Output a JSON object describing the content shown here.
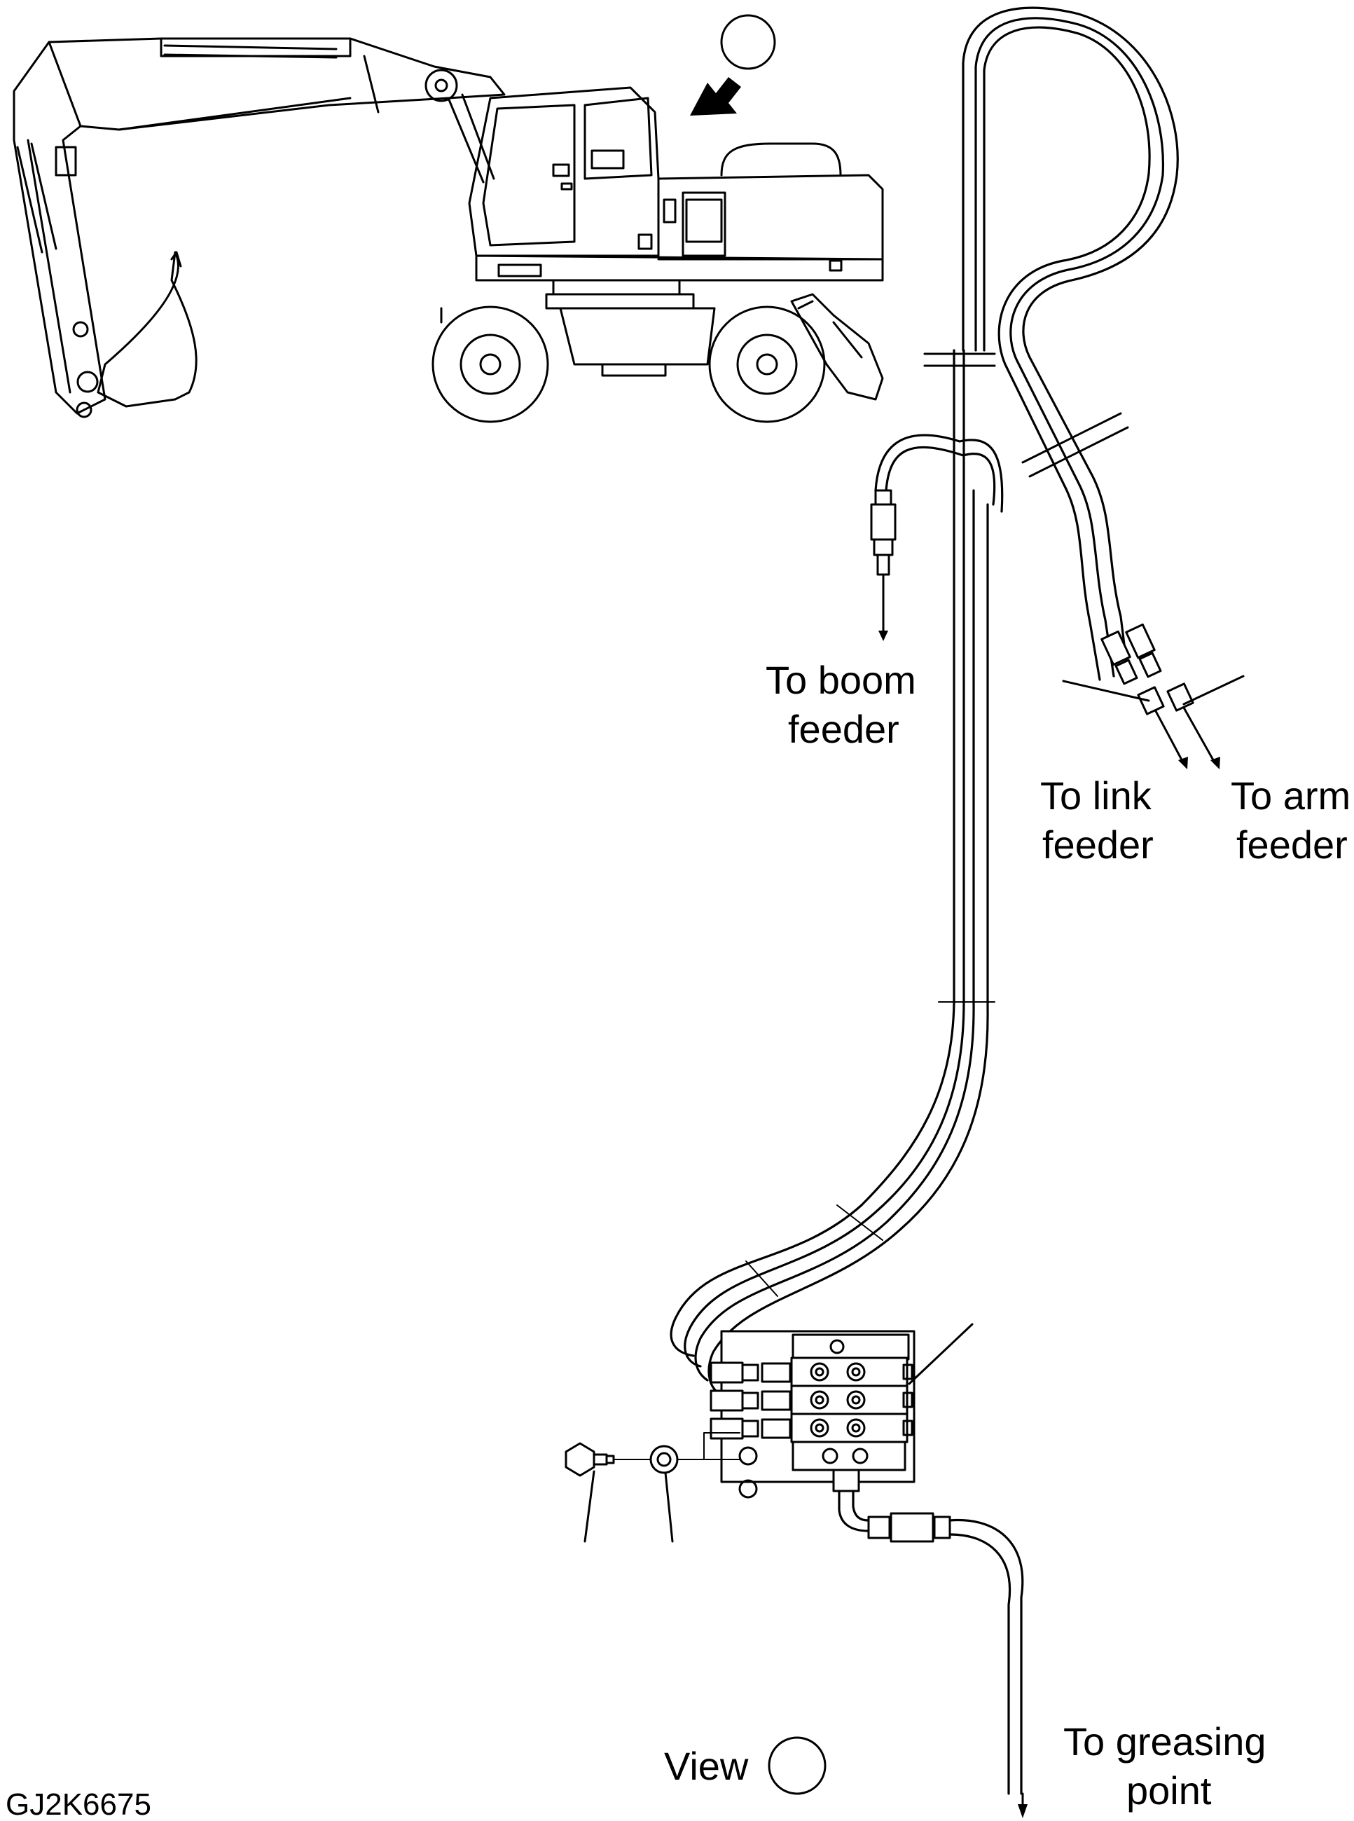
{
  "labels": {
    "boom_feeder_line1": "To boom",
    "boom_feeder_line2": "feeder",
    "link_feeder_line1": "To link",
    "link_feeder_line2": "feeder",
    "arm_feeder_line1": "To arm",
    "arm_feeder_line2": "feeder",
    "greasing_point_line1": "To greasing",
    "greasing_point_line2": "point",
    "view": "View",
    "figure_code": "GJ2K6675"
  }
}
